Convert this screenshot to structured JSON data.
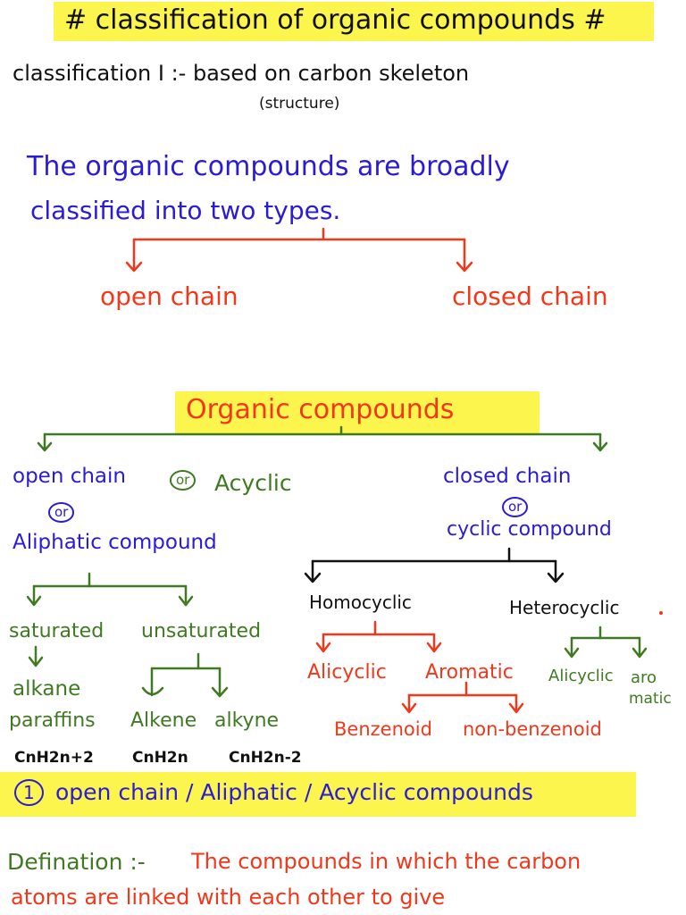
{
  "title": "# classification of organic compounds #",
  "classification_line": "classification I :- based on carbon skeleton",
  "structure_note": "(structure)",
  "intro_line1": "The organic compounds are broadly",
  "intro_line2": "classified into two types.",
  "type_open": "open chain",
  "type_closed": "closed chain",
  "section_title": "Organic compounds",
  "open_chain": {
    "label": "open chain",
    "or1": "or",
    "acyclic": "Acyclic",
    "or2": "or",
    "aliphatic": "Aliphatic compound",
    "saturated": "saturated",
    "unsaturated": "unsaturated",
    "alkane": "alkane",
    "paraffins": "paraffins",
    "alkene": "Alkene",
    "alkyne": "alkyne",
    "formula_alkane": "CnH2n+2",
    "formula_alkene": "CnH2n",
    "formula_alkyne": "CnH2n-2"
  },
  "closed_chain": {
    "label": "closed chain",
    "or": "or",
    "cyclic": "cyclic compound",
    "homocyclic": "Homocyclic",
    "heterocyclic": "Heterocyclic",
    "alicyclic": "Alicyclic",
    "aromatic": "Aromatic",
    "benzenoid": "Benzenoid",
    "non_benzenoid": "non-benzenoid",
    "hetero_alicyclic": "Alicyclic",
    "hetero_aromatic_1": "aro",
    "hetero_aromatic_2": "matic"
  },
  "bottom_number": "1",
  "bottom_heading": "open chain / Aliphatic / Acyclic compounds",
  "definition_label": "Defination :-",
  "definition_text1": "The compounds in which the carbon",
  "definition_text2": "atoms are linked with each other to give",
  "colors": {
    "highlight": "#fbf54e",
    "blue": "#2a1bd6",
    "red": "#f2381a",
    "green": "#3f7a22",
    "black": "#111111"
  }
}
